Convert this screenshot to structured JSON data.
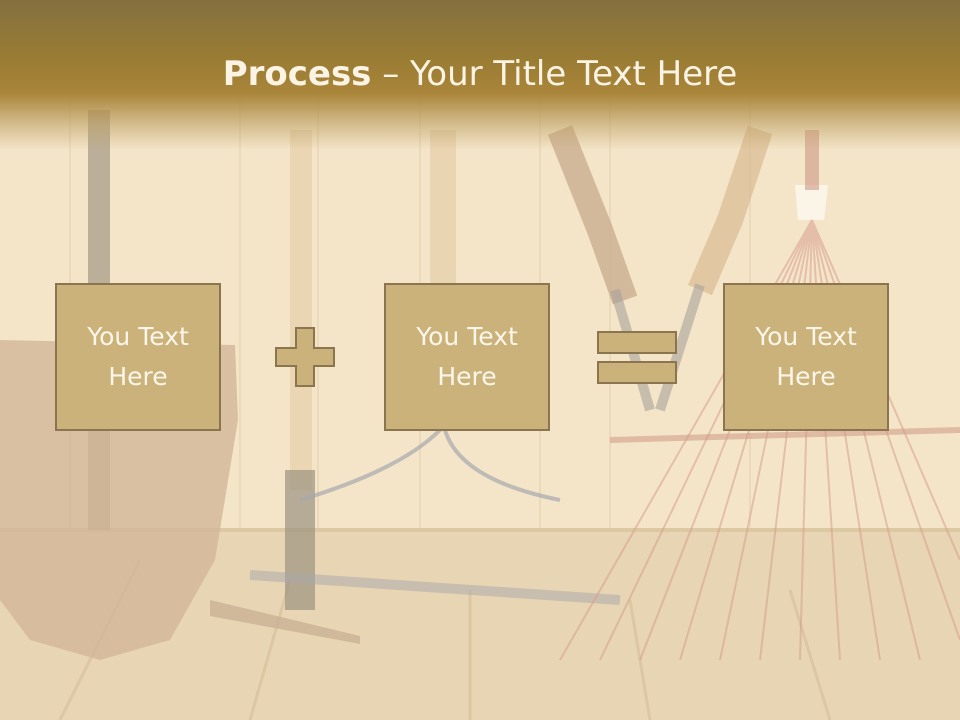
{
  "slide": {
    "title_bold": "Process",
    "title_rest": " – Your Title Text Here"
  },
  "process": {
    "boxes": [
      {
        "label": "You Text Here"
      },
      {
        "label": "You Text Here"
      },
      {
        "label": "You Text Here"
      }
    ],
    "operators": [
      "plus-icon",
      "equals-icon"
    ]
  },
  "colors": {
    "title_band": "#9a7c33",
    "box_fill": "#cbb27a",
    "box_border": "#8a7550",
    "label_text": "#fbf6ea"
  }
}
